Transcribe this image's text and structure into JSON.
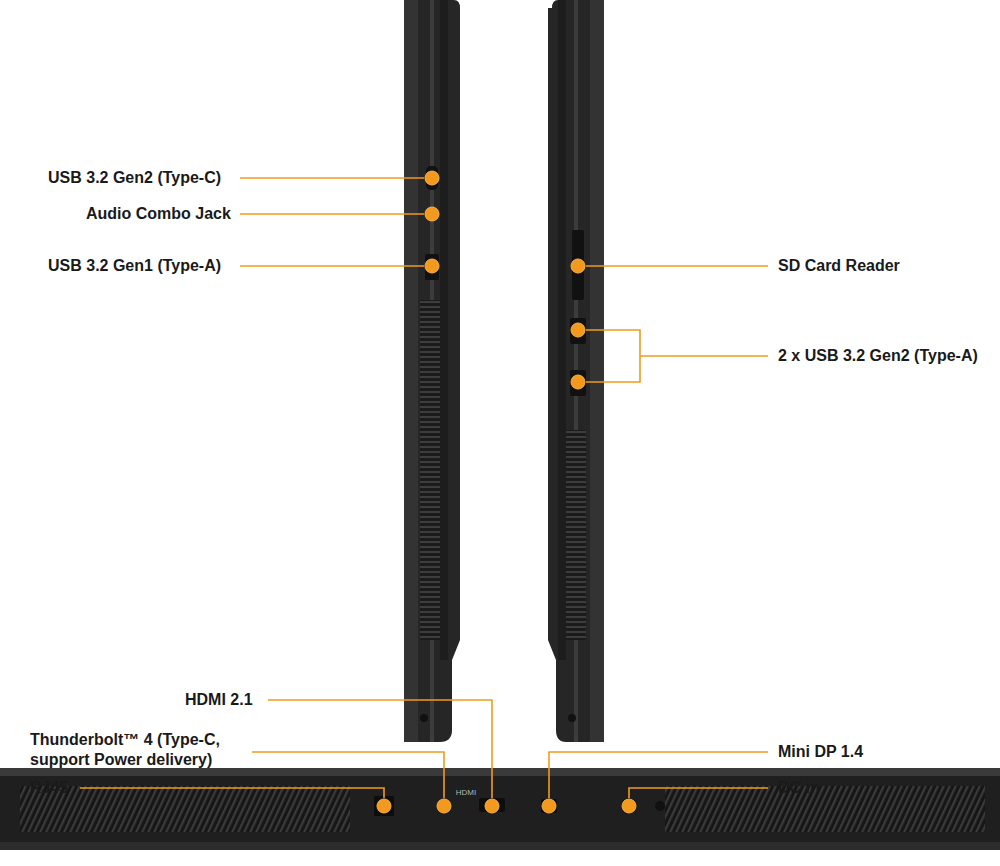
{
  "diagram": {
    "labels": [
      "USB 3.2 Gen2 (Type-C)",
      "Audio Combo Jack",
      "USB 3.2 Gen1 (Type-A)",
      "SD Card Reader",
      "2 x USB 3.2 Gen2 (Type-A)",
      "HDMI 2.1",
      "Thunderbolt™ 4 (Type-C, support Power delivery)",
      "RJ45",
      "Mini DP 1.4",
      "DC in",
      "HDMI"
    ]
  }
}
